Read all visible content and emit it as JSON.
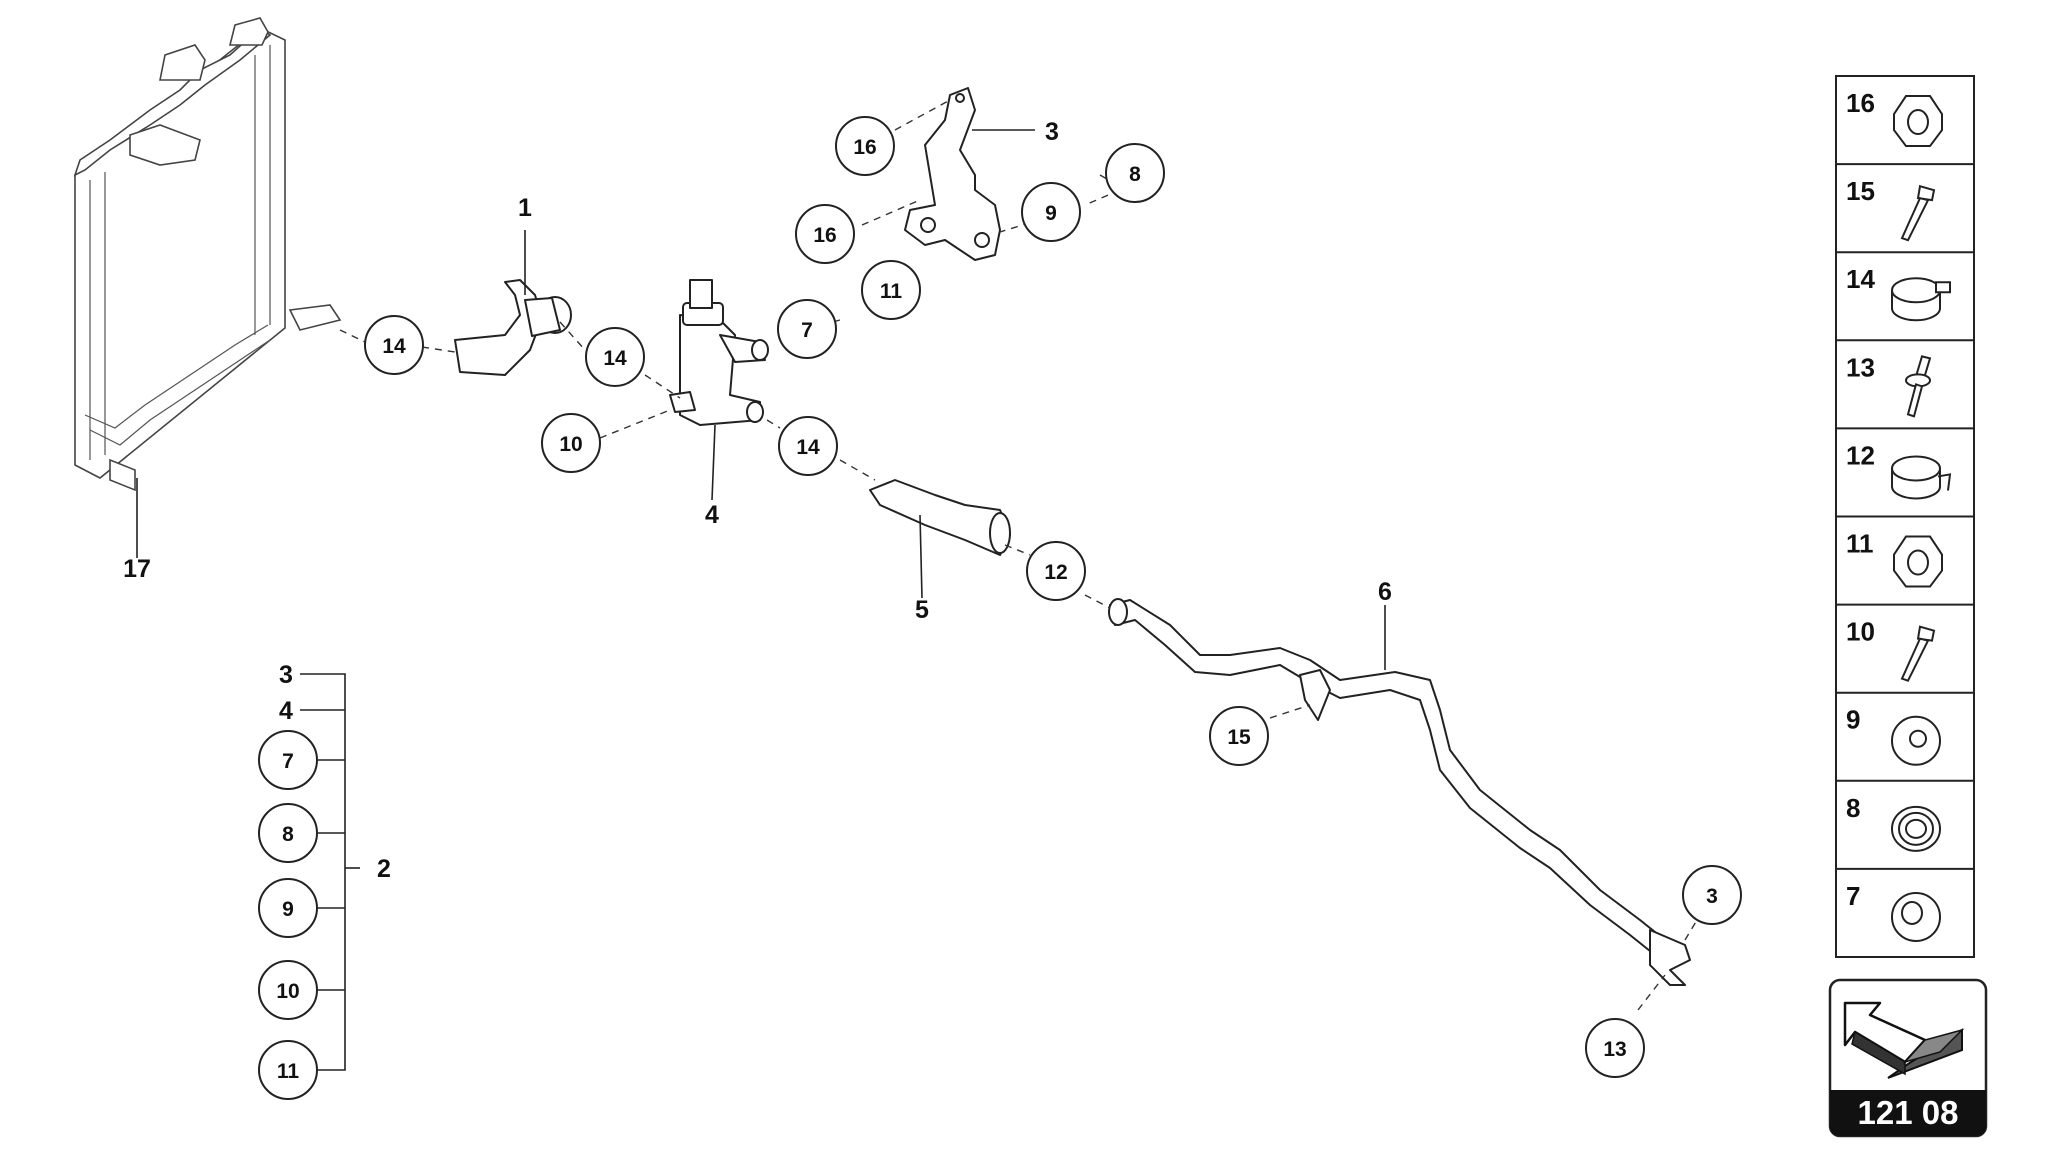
{
  "diagram": {
    "parts": {
      "radiator": "17",
      "hose_upper": "1",
      "valve": "4",
      "hose_lower": "5",
      "pipe": "6",
      "bracket": "3",
      "group": "2"
    },
    "callouts": {
      "bracket_16a": "16",
      "bracket_16b": "16",
      "bracket_8": "8",
      "bracket_9": "9",
      "bracket_11": "11",
      "valve_7": "7",
      "hose_14a": "14",
      "hose_14b": "14",
      "valve_10": "10",
      "hose_14c": "14",
      "hose_12": "12",
      "pipe_15": "15",
      "pipe_3": "3",
      "pipe_13": "13"
    },
    "kit": {
      "plain": [
        "3",
        "4"
      ],
      "circled": [
        "7",
        "8",
        "9",
        "10",
        "11"
      ],
      "label": "2"
    }
  },
  "legend": {
    "items": [
      {
        "number": "16",
        "icon": "nut-icon"
      },
      {
        "number": "15",
        "icon": "bolt-icon"
      },
      {
        "number": "14",
        "icon": "hose-clamp-icon"
      },
      {
        "number": "13",
        "icon": "stud-bolt-icon"
      },
      {
        "number": "12",
        "icon": "spring-clamp-icon"
      },
      {
        "number": "11",
        "icon": "nut-icon"
      },
      {
        "number": "10",
        "icon": "bolt-icon"
      },
      {
        "number": "9",
        "icon": "washer-icon"
      },
      {
        "number": "8",
        "icon": "grommet-icon"
      },
      {
        "number": "7",
        "icon": "bushing-icon"
      }
    ]
  },
  "navigation": {
    "arrow_icon": "back-arrow-icon",
    "code": "121 08"
  }
}
